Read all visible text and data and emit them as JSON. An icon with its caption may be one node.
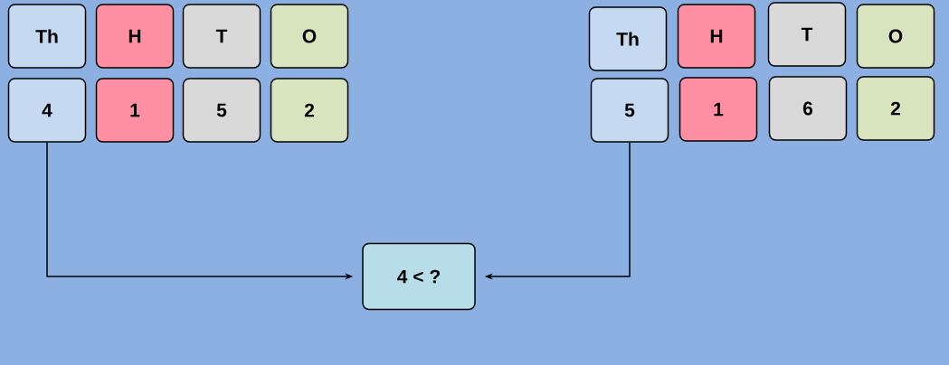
{
  "diagram": {
    "nodes": [
      {
        "text": [
          "Th"
        ]
      },
      {
        "text": [
          "H"
        ]
      },
      {
        "text": [
          "T"
        ]
      },
      {
        "text": [
          "O"
        ]
      },
      {
        "text": [
          "4"
        ]
      },
      {
        "text": [
          "1"
        ]
      },
      {
        "text": [
          "5"
        ]
      },
      {
        "text": [
          "2"
        ]
      },
      {
        "text": [
          "Th"
        ]
      },
      {
        "text": [
          "H"
        ]
      },
      {
        "text": [
          "T"
        ]
      },
      {
        "text": [
          "O"
        ]
      },
      {
        "text": [
          "5"
        ]
      },
      {
        "text": [
          "1"
        ]
      },
      {
        "text": [
          "6"
        ]
      },
      {
        "text": [
          "2"
        ]
      },
      {
        "text": [
          "4 < ?"
        ]
      }
    ],
    "edges": [
      {
        "from": 4,
        "to": 16,
        "arrow": "to"
      },
      {
        "from": 12,
        "to": 16,
        "arrow": "to"
      }
    ]
  }
}
